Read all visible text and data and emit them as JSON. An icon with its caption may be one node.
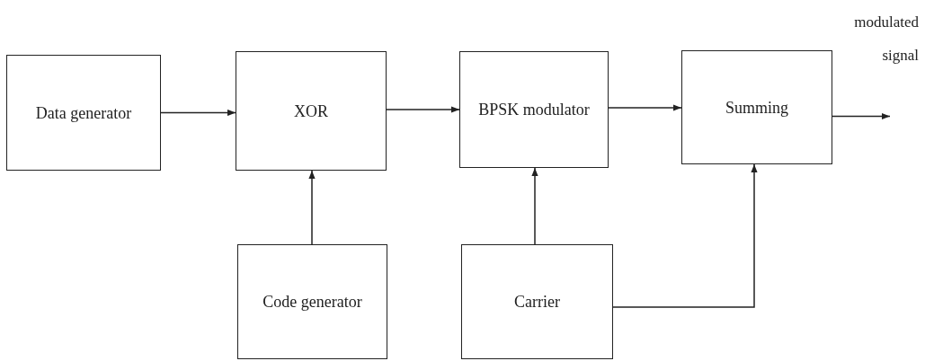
{
  "diagram": {
    "nodes": [
      {
        "text": [
          "Data generator"
        ]
      },
      {
        "text": [
          "XOR"
        ]
      },
      {
        "text": [
          "BPSK modulator"
        ]
      },
      {
        "text": [
          "Summing"
        ]
      },
      {
        "text": [
          "Code generator"
        ]
      },
      {
        "text": [
          "Carrier"
        ]
      }
    ],
    "edges": [
      {
        "from": 0,
        "to": 1,
        "arrow": "to"
      },
      {
        "from": 1,
        "to": 2,
        "arrow": "to"
      },
      {
        "from": 2,
        "to": 3,
        "arrow": "to"
      },
      {
        "from": 4,
        "to": 1,
        "arrow": "to"
      },
      {
        "from": 5,
        "to": 2,
        "arrow": "to"
      },
      {
        "from": 5,
        "to": 3,
        "arrow": "to"
      },
      {
        "from": 3,
        "to": null,
        "arrow": "to",
        "label": "modulated signal"
      }
    ]
  }
}
